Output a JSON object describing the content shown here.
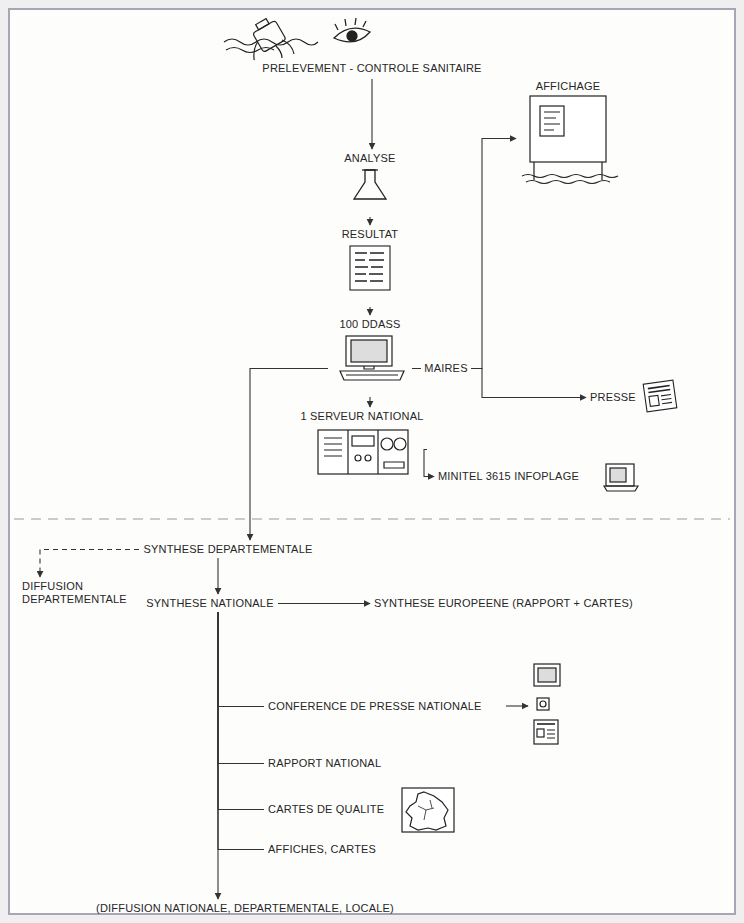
{
  "diagram": {
    "nodes": [
      {
        "text": [
          "PRELEVEMENT - CONTROLE SANITAIRE"
        ]
      },
      {
        "text": [
          "ANALYSE"
        ]
      },
      {
        "text": [
          "RESULTAT"
        ]
      },
      {
        "text": [
          "AFFICHAGE"
        ]
      },
      {
        "text": [
          "100 DDASS"
        ]
      },
      {
        "text": [
          "PRESSE"
        ]
      },
      {
        "text": [
          "1 SERVEUR NATIONAL"
        ]
      },
      {
        "text": [
          "MINITEL 3615 INFOPLAGE"
        ]
      },
      {
        "text": [
          "SYNTHESE DEPARTEMENTALE"
        ]
      },
      {
        "text": [
          "DIFFUSION DEPARTEMENTALE"
        ]
      },
      {
        "text": [
          "SYNTHESE NATIONALE"
        ]
      },
      {
        "text": [
          "SYNTHESE EUROPEENE (RAPPORT + CARTES)"
        ]
      },
      {
        "text": [
          "CONFERENCE DE PRESSE NATIONALE"
        ]
      },
      {
        "text": [
          "RAPPORT NATIONAL"
        ]
      },
      {
        "text": [
          "CARTES DE QUALITE"
        ]
      },
      {
        "text": [
          "AFFICHES, CARTES"
        ]
      },
      {
        "text": [
          "(DIFFUSION NATIONALE, DEPARTEMENTALE, LOCALE)"
        ]
      }
    ],
    "edges": [
      {
        "from": 0,
        "to": 1,
        "arrow": "to"
      },
      {
        "from": 1,
        "to": 2,
        "arrow": "to"
      },
      {
        "from": 2,
        "to": 4,
        "arrow": "to"
      },
      {
        "from": 4,
        "to": 3,
        "label": "MAIRES",
        "arrow": "to"
      },
      {
        "from": 4,
        "to": 5,
        "arrow": "to"
      },
      {
        "from": 4,
        "to": 6,
        "arrow": "to"
      },
      {
        "from": 6,
        "to": 7,
        "arrow": "to"
      },
      {
        "from": 4,
        "to": 8,
        "arrow": "to"
      },
      {
        "from": 8,
        "to": 9,
        "arrow": "to"
      },
      {
        "from": 8,
        "to": 10,
        "arrow": "to"
      },
      {
        "from": 10,
        "to": 11,
        "arrow": "to"
      },
      {
        "from": 10,
        "to": 12,
        "arrow": "none"
      },
      {
        "from": 10,
        "to": 13,
        "arrow": "none"
      },
      {
        "from": 10,
        "to": 14,
        "arrow": "none"
      },
      {
        "from": 10,
        "to": 15,
        "arrow": "none"
      },
      {
        "from": 10,
        "to": 16,
        "arrow": "to"
      }
    ]
  }
}
